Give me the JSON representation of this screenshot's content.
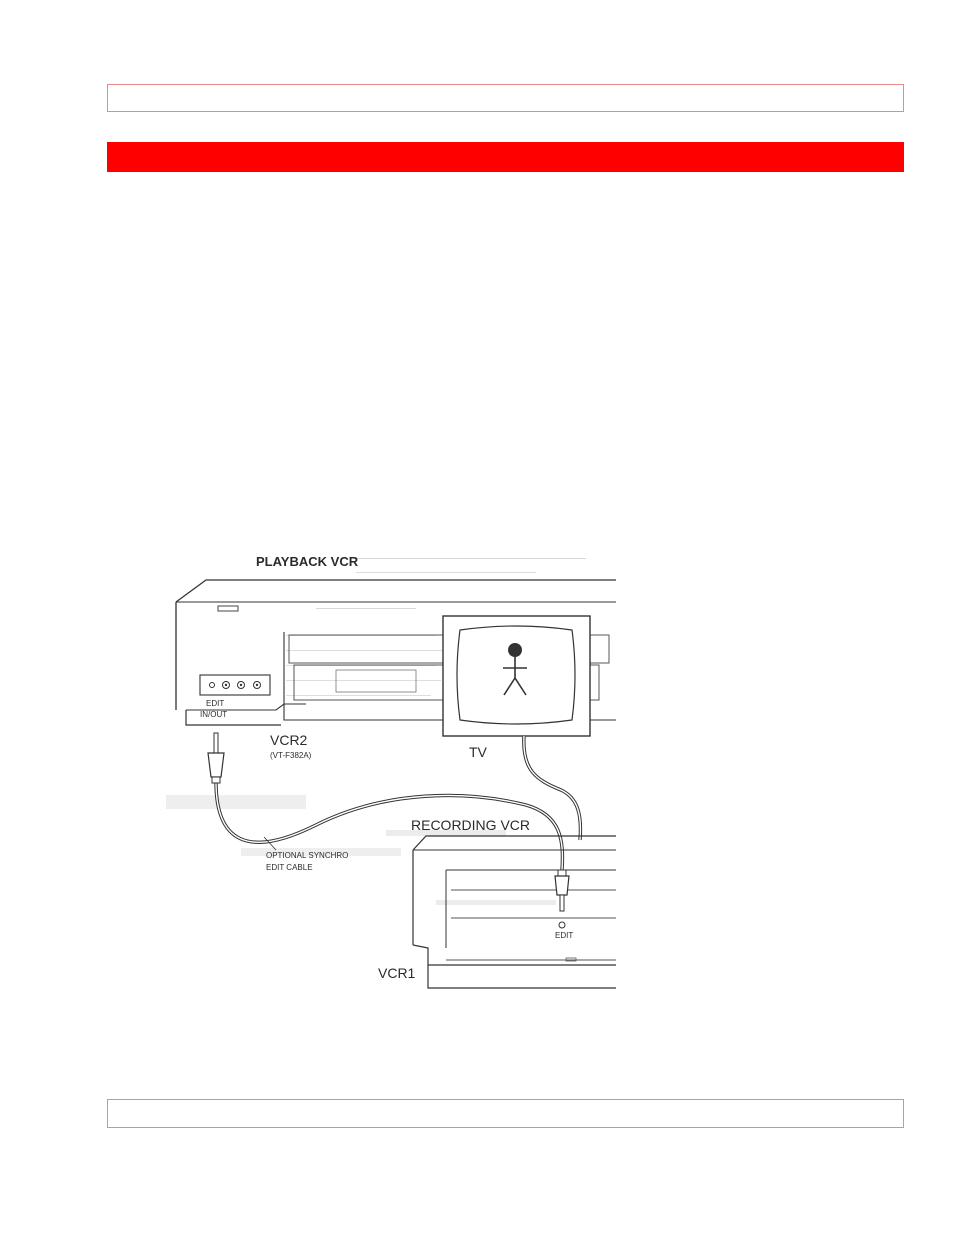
{
  "header": {
    "top_box_text": "",
    "section_bar_text": ""
  },
  "figure": {
    "playback_label": "PLAYBACK VCR",
    "edit_port_label_1": "EDIT",
    "edit_port_label_2": "IN/OUT",
    "vcr2_label": "VCR2",
    "vcr2_model": "(VT-F382A)",
    "tv_label": "TV",
    "recording_label": "RECORDING VCR",
    "cable_label_1": "OPTIONAL SYNCHRO",
    "cable_label_2": "EDIT CABLE",
    "edit_label": "EDIT",
    "vcr1_label": "VCR1"
  },
  "footer": {
    "bottom_box_text": ""
  },
  "colors": {
    "accent_bar": "#ff0000",
    "frame_border": "#e88a8a"
  }
}
